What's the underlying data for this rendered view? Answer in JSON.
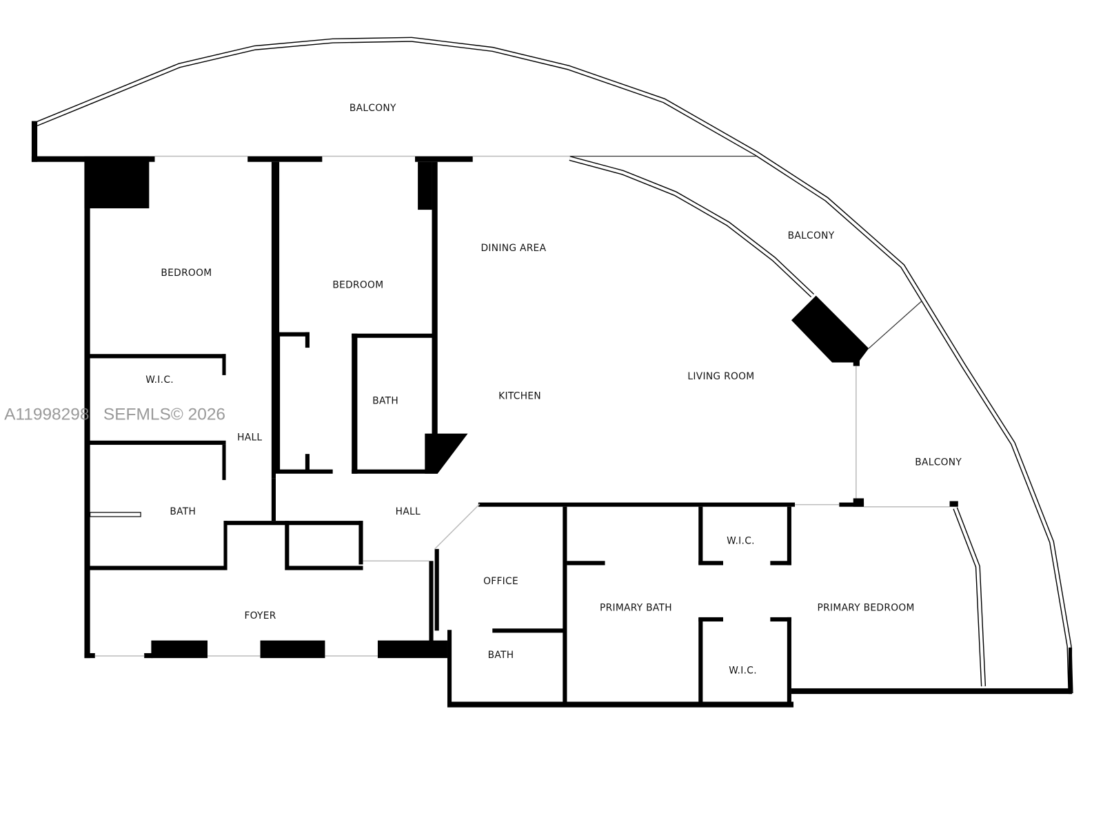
{
  "rooms": [
    {
      "name": "BALCONY"
    },
    {
      "name": "BALCONY"
    },
    {
      "name": "BALCONY"
    },
    {
      "name": "BEDROOM"
    },
    {
      "name": "BEDROOM"
    },
    {
      "name": "DINING AREA"
    },
    {
      "name": "LIVING ROOM"
    },
    {
      "name": "KITCHEN"
    },
    {
      "name": "W.I.C."
    },
    {
      "name": "HALL"
    },
    {
      "name": "BATH"
    },
    {
      "name": "BATH"
    },
    {
      "name": "HALL"
    },
    {
      "name": "FOYER"
    },
    {
      "name": "OFFICE"
    },
    {
      "name": "BATH"
    },
    {
      "name": "PRIMARY BATH"
    },
    {
      "name": "W.I.C."
    },
    {
      "name": "W.I.C."
    },
    {
      "name": "PRIMARY BEDROOM"
    }
  ],
  "watermark": "A11998298   SEFMLS© 2026",
  "colors": {
    "walls": "#000000",
    "background": "#ffffff",
    "watermark": "#888888"
  }
}
